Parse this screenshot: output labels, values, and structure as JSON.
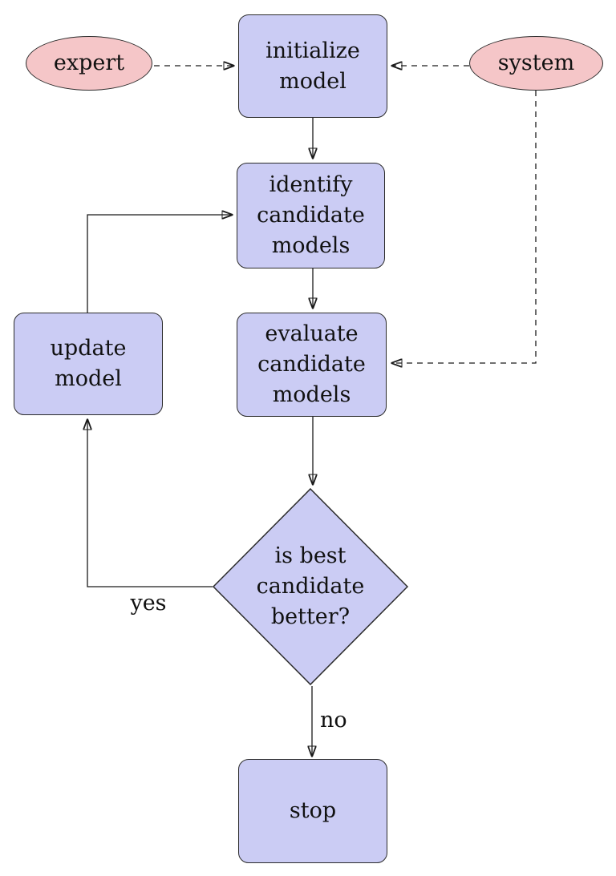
{
  "colors": {
    "bg": "#ffffff",
    "box-fill": "#cbccf4",
    "ellipse-fill": "#f5c6c8",
    "border": "#2b2b2b",
    "line": "#1a1a1a",
    "text": "#111111"
  },
  "nodes": {
    "expert": {
      "shape": "ellipse",
      "label": "expert"
    },
    "system": {
      "shape": "ellipse",
      "label": "system"
    },
    "initialize_model": {
      "shape": "rounded-rect",
      "label": "initialize model",
      "lines": [
        "initialize",
        "model"
      ]
    },
    "identify_candidate_models": {
      "shape": "rounded-rect",
      "label": "identify candidate models",
      "lines": [
        "identify",
        "candidate",
        "models"
      ]
    },
    "evaluate_candidate_models": {
      "shape": "rounded-rect",
      "label": "evaluate candidate models",
      "lines": [
        "evaluate",
        "candidate",
        "models"
      ]
    },
    "update_model": {
      "shape": "rounded-rect",
      "label": "update model",
      "lines": [
        "update",
        "model"
      ]
    },
    "is_best_candidate_better": {
      "shape": "diamond",
      "label": "is best candidate better?",
      "lines": [
        "is best",
        "candidate",
        "better?"
      ]
    },
    "stop": {
      "shape": "rounded-rect",
      "label": "stop",
      "lines": [
        "stop"
      ]
    }
  },
  "edge_labels": {
    "yes": "yes",
    "no": "no"
  },
  "edges": [
    {
      "from": "expert",
      "to": "initialize_model",
      "style": "dashed"
    },
    {
      "from": "system",
      "to": "initialize_model",
      "style": "dashed"
    },
    {
      "from": "system",
      "to": "evaluate_candidate_models",
      "style": "dashed"
    },
    {
      "from": "initialize_model",
      "to": "identify_candidate_models",
      "style": "solid"
    },
    {
      "from": "identify_candidate_models",
      "to": "evaluate_candidate_models",
      "style": "solid"
    },
    {
      "from": "evaluate_candidate_models",
      "to": "is_best_candidate_better",
      "style": "solid"
    },
    {
      "from": "is_best_candidate_better",
      "to": "update_model",
      "style": "solid",
      "label": "yes"
    },
    {
      "from": "update_model",
      "to": "identify_candidate_models",
      "style": "solid"
    },
    {
      "from": "is_best_candidate_better",
      "to": "stop",
      "style": "solid",
      "label": "no"
    }
  ]
}
